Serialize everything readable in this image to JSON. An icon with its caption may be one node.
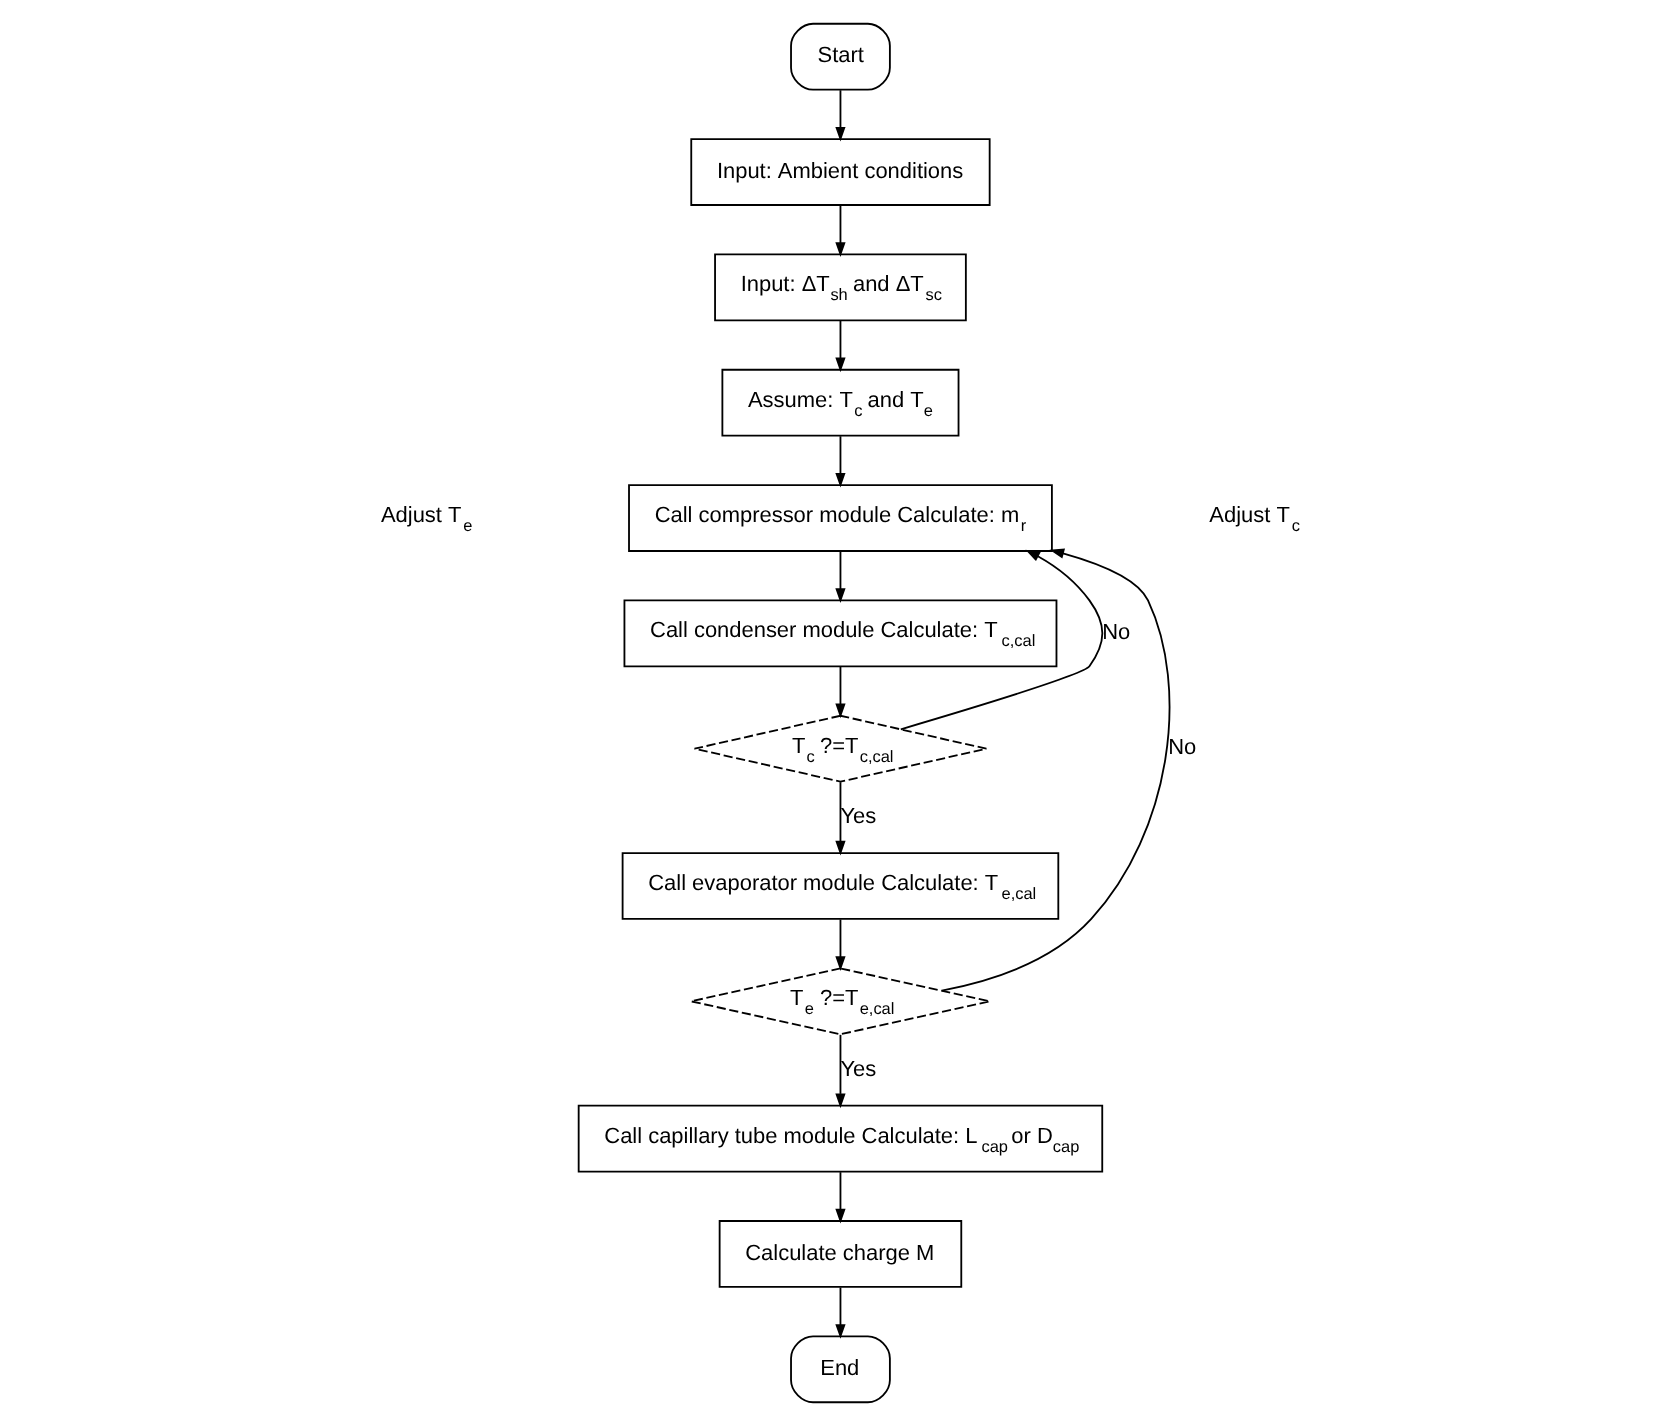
{
  "diagram": {
    "nodes": [
      {
        "text": [
          "Start"
        ]
      },
      {
        "text": [
          "Input: Ambient conditions"
        ]
      },
      {
        "text": [
          "Input: ΔT$_{sh}$ and ΔT$_{sc}$"
        ]
      },
      {
        "text": [
          "Assume: T$_{c}$ and T$_{e}$"
        ]
      },
      {
        "text": [
          "Call compressor module Calculate: m$_{r}$"
        ]
      },
      {
        "text": [
          "Call condenser module Calculate: T$_{c,cal}$"
        ]
      },
      {
        "text": [
          "T$_{c}$ ?=T$_{c,cal}$"
        ]
      },
      {
        "text": [
          "Call evaporator module Calculate: T$_{e,cal}$"
        ]
      },
      {
        "text": [
          "T$_{e}$ ?=T$_{e,cal}$"
        ]
      },
      {
        "text": [
          "Call capillary tube module Calculate: L$_{cap}$ or D$_{cap}$"
        ]
      },
      {
        "text": [
          "Calculate charge M"
        ]
      },
      {
        "text": [
          "End"
        ]
      }
    ],
    "edges": [
      {
        "from": 0,
        "to": 1,
        "arrow": "to"
      },
      {
        "from": 1,
        "to": 2,
        "arrow": "to"
      },
      {
        "from": 2,
        "to": 3,
        "arrow": "to"
      },
      {
        "from": 3,
        "to": 4,
        "arrow": "to"
      },
      {
        "from": 4,
        "to": 5,
        "arrow": "to"
      },
      {
        "from": 5,
        "to": 6,
        "arrow": "to"
      },
      {
        "from": 6,
        "to": 4,
        "label": "No",
        "arrow": "to"
      },
      {
        "from": 6,
        "to": 7,
        "label": "Yes",
        "arrow": "to"
      },
      {
        "from": 7,
        "to": 8,
        "arrow": "to"
      },
      {
        "from": 8,
        "to": 4,
        "label": "No",
        "arrow": "to"
      },
      {
        "from": 8,
        "to": 9,
        "label": "Yes",
        "arrow": "to"
      },
      {
        "from": 9,
        "to": 10,
        "arrow": "to"
      },
      {
        "from": 10,
        "to": 11,
        "arrow": "to"
      }
    ],
    "labels": [
      "Adjust T$_{c}$",
      "Adjust T$_{e}$"
    ]
  }
}
